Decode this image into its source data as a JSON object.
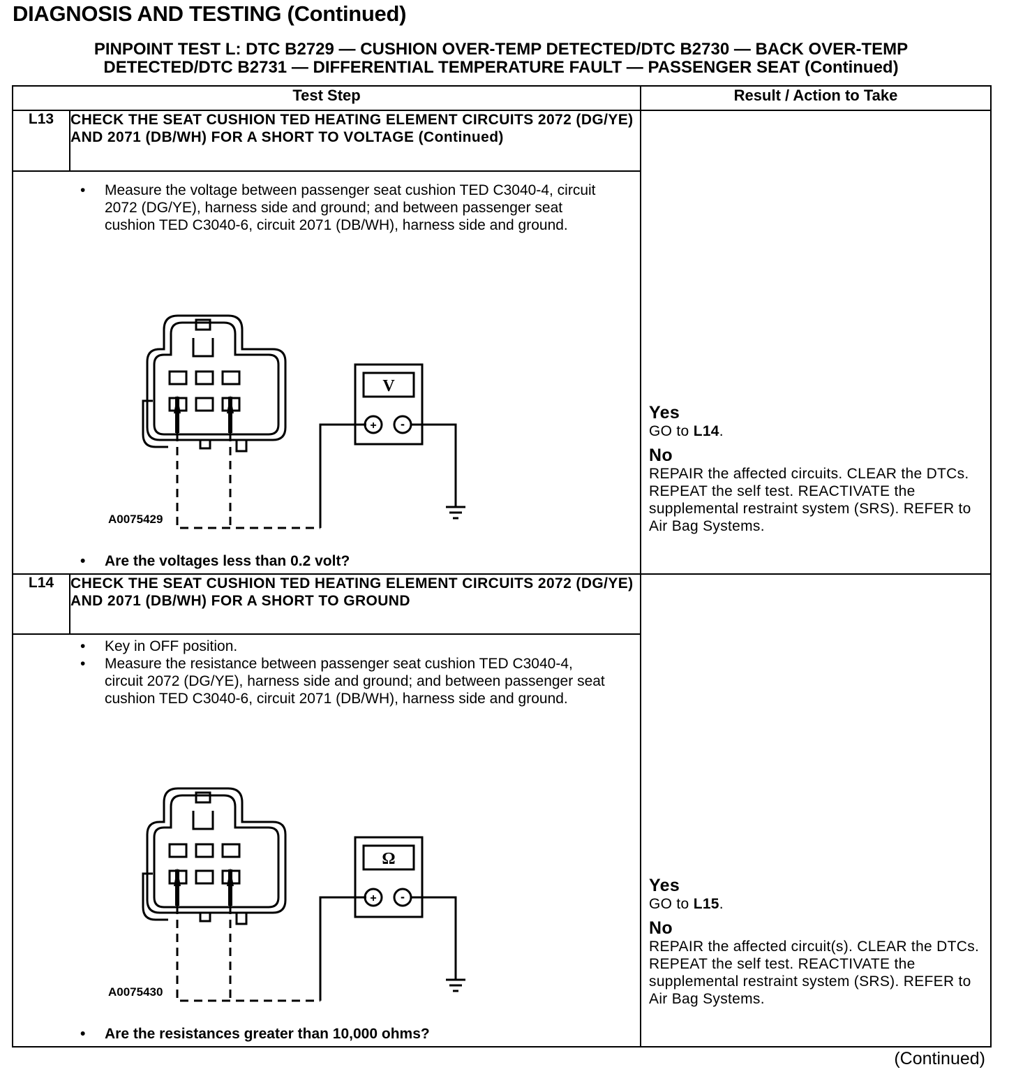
{
  "page": {
    "title": "DIAGNOSIS AND TESTING (Continued)",
    "pinpoint_line1": "PINPOINT TEST L: DTC B2729 — CUSHION OVER-TEMP DETECTED/DTC B2730 — BACK OVER-TEMP",
    "pinpoint_line2": "DETECTED/DTC B2731 — DIFFERENTIAL TEMPERATURE FAULT — PASSENGER SEAT (Continued)",
    "continued": "(Continued)"
  },
  "table": {
    "col_test_step": "Test Step",
    "col_result": "Result / Action to Take"
  },
  "steps": [
    {
      "id": "L13",
      "title": "CHECK THE SEAT CUSHION TED HEATING ELEMENT CIRCUITS 2072 (DG/YE) AND 2071 (DB/WH) FOR A SHORT TO VOLTAGE (Continued)",
      "bullets": [
        "Measure the voltage between passenger seat cushion TED C3040-4, circuit 2072 (DG/YE), harness side and ground; and between passenger seat cushion TED C3040-6, circuit 2071 (DB/WH), harness side and ground."
      ],
      "figure_id": "A0075429",
      "meter_symbol": "V",
      "question": "Are the voltages less than 0.2 volt?",
      "yes_label": "Yes",
      "yes_text": "GO to",
      "yes_ref": "L14",
      "yes_end": ".",
      "no_label": "No",
      "no_text": "REPAIR the affected circuits. CLEAR the DTCs. REPEAT the self test. REACTIVATE the supplemental restraint system (SRS). REFER to Air Bag Systems."
    },
    {
      "id": "L14",
      "title": "CHECK THE SEAT CUSHION TED HEATING ELEMENT CIRCUITS 2072 (DG/YE) AND 2071 (DB/WH) FOR A SHORT TO GROUND",
      "bullets": [
        "Key in OFF position.",
        "Measure the resistance between passenger seat cushion TED C3040-4, circuit 2072 (DG/YE), harness side and ground; and between passenger seat cushion TED C3040-6, circuit 2071 (DB/WH), harness side and ground."
      ],
      "figure_id": "A0075430",
      "meter_symbol": "Ω",
      "question": "Are the resistances greater than 10,000 ohms?",
      "yes_label": "Yes",
      "yes_text": "GO to",
      "yes_ref": "L15",
      "yes_end": ".",
      "no_label": "No",
      "no_text": "REPAIR the affected circuit(s). CLEAR the DTCs. REPEAT the self test. REACTIVATE the supplemental restraint system (SRS). REFER to Air Bag Systems."
    }
  ],
  "meter_plus": "+",
  "meter_minus": "-"
}
